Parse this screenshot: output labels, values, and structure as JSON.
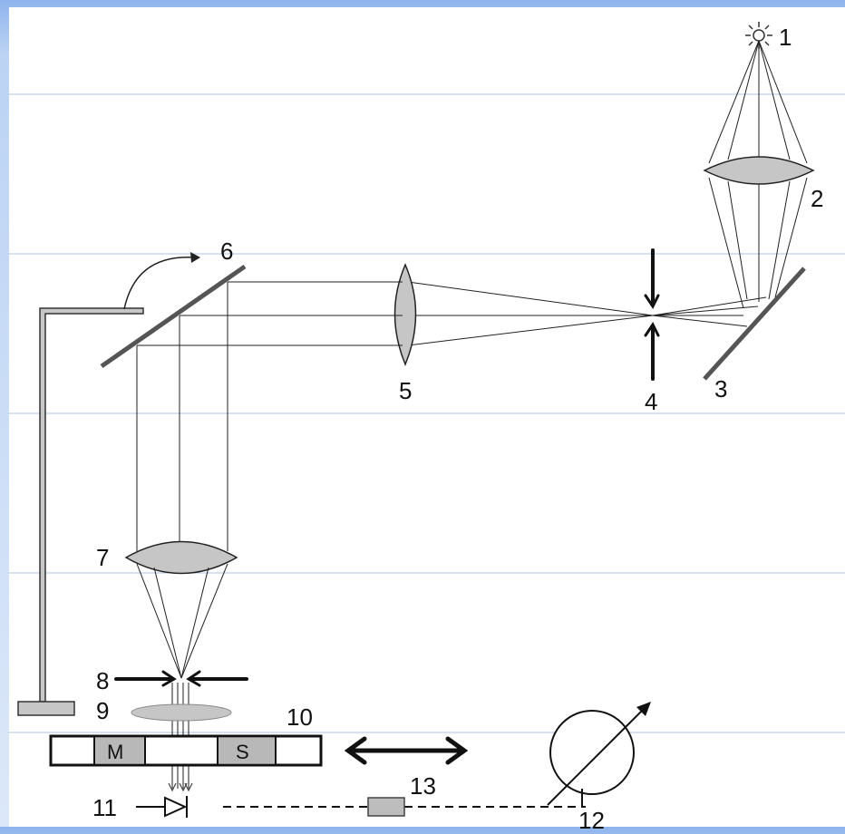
{
  "labels": {
    "l1": "1",
    "l2": "2",
    "l3": "3",
    "l4": "4",
    "l5": "5",
    "l6": "6",
    "l7": "7",
    "l8": "8",
    "l9": "9",
    "l10": "10",
    "l11": "11",
    "l12": "12",
    "l13": "13"
  },
  "sample_holder": {
    "cell_m": "M",
    "cell_s": "S"
  },
  "colors": {
    "component_fill": "#c6c6c6",
    "line": "#222222",
    "guide_line": "#a8c4ea"
  }
}
